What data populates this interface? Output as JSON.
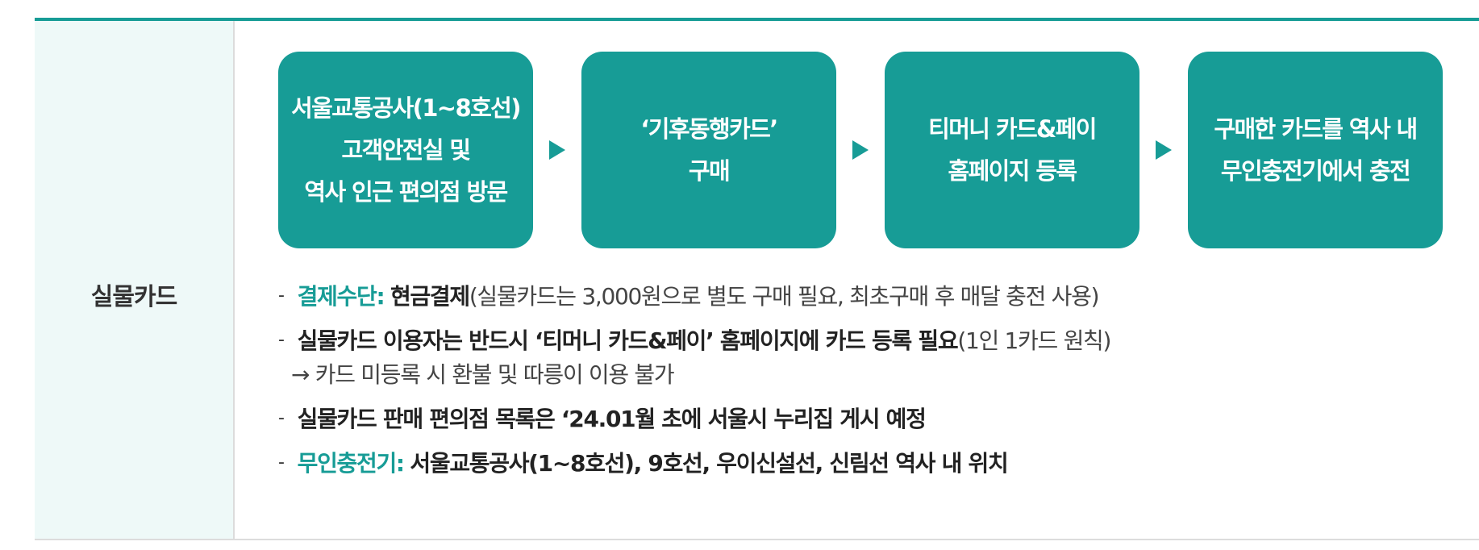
{
  "row": {
    "header": "실물카드"
  },
  "steps": [
    {
      "text": "서울교통공사(1~8호선)\n고객안전실 및\n역사 인근 편의점 방문"
    },
    {
      "text": "‘기후동행카드’\n구매"
    },
    {
      "text": "티머니 카드&페이\n홈페이지 등록"
    },
    {
      "text": "구매한 카드를 역사 내\n무인충전기에서 충전"
    }
  ],
  "notes": {
    "dash": "-",
    "payment": {
      "key": "결제수단:",
      "value": "현금결제",
      "detail": "(실물카드는 3,000원으로 별도 구매 필요, 최초구매 후 매달 충전 사용)"
    },
    "register": {
      "text": "실물카드 이용자는 반드시 ‘티머니 카드&페이’ 홈페이지에 카드 등록 필요",
      "detail": "(1인 1카드 원칙)",
      "sub": "→ 카드 미등록 시 환불 및 따릉이 이용 불가"
    },
    "store_list": {
      "text": "실물카드 판매 편의점 목록은 ‘24.01월 초에 서울시 누리집 게시 예정"
    },
    "charger": {
      "key": "무인충전기:",
      "value": "서울교통공사(1~8호선), 9호선, 우이신설선, 신림선 역사 내 위치"
    }
  },
  "colors": {
    "accent": "#179c96",
    "header_bg": "#eef9f8",
    "border": "#dcdcdc"
  },
  "icons": {
    "arrow": "play-triangle-icon"
  }
}
